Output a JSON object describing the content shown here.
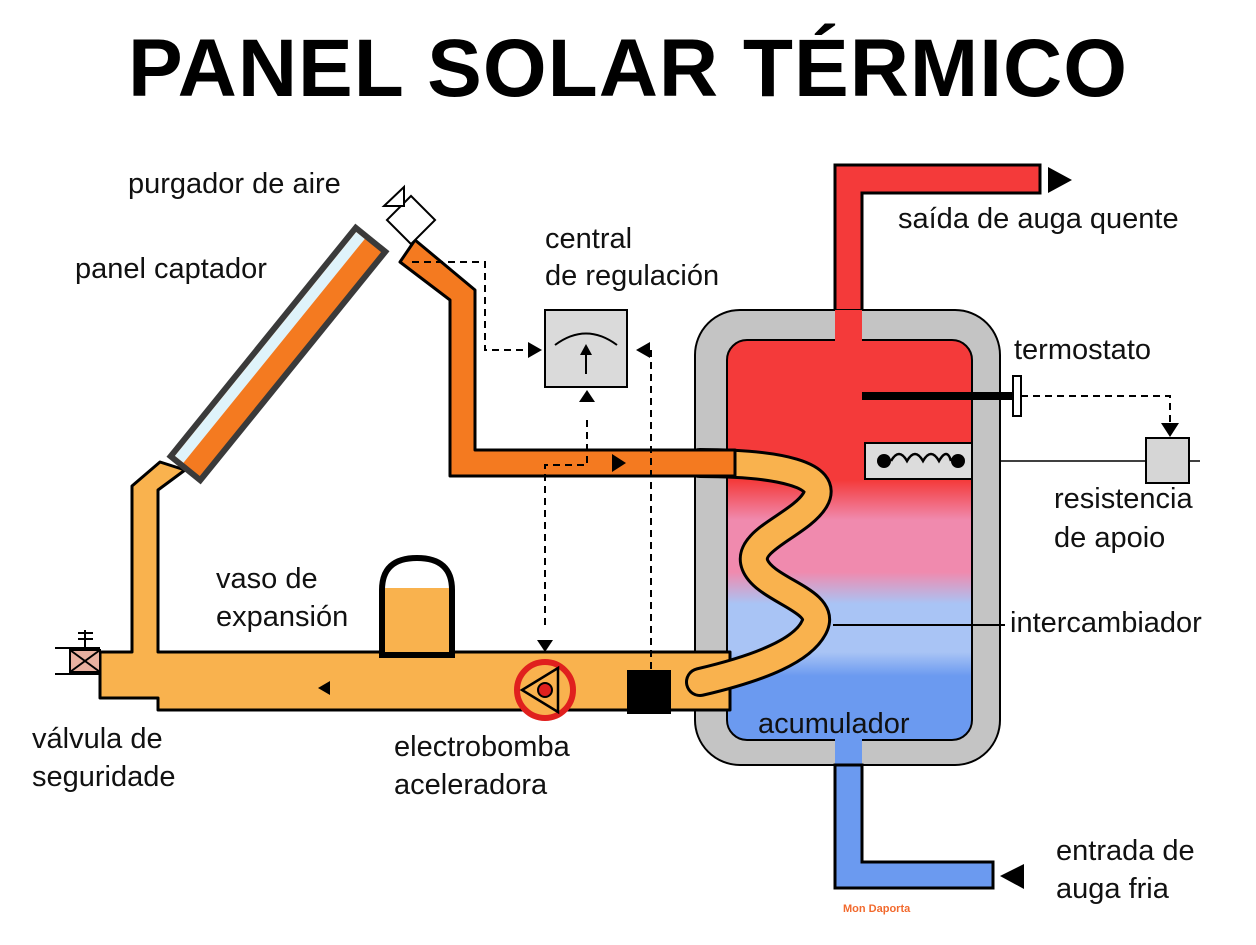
{
  "title": "PANEL SOLAR TÉRMICO",
  "labels": {
    "air_vent": "purgador de aire",
    "collector_panel": "panel captador",
    "control_unit_line1": "central",
    "control_unit_line2": "de regulación",
    "hot_water_outlet": "saída de auga quente",
    "thermostat": "termostato",
    "backup_heater_line1": "resistencia",
    "backup_heater_line2": "de apoio",
    "heat_exchanger": "intercambiador",
    "expansion_vessel_line1": "vaso de",
    "expansion_vessel_line2": "expansión",
    "safety_valve_line1": "válvula de",
    "safety_valve_line2": "seguridade",
    "pump_line1": "electrobomba",
    "pump_line2": "aceleradora",
    "tank": "acumulador",
    "cold_water_inlet_line1": "entrada de",
    "cold_water_inlet_line2": "auga fria"
  },
  "credit": "Mon Daporta",
  "colors": {
    "hot_circuit": "#f47a20",
    "return_circuit": "#f9b24e",
    "hot_water": "#f43a3a",
    "warm_water": "#f08aae",
    "cool_water": "#a9c4f5",
    "cold_water": "#6b9af0",
    "insulation": "#c4c4c4",
    "pump_ring": "#e0201e",
    "credit_text": "#f26a2e"
  }
}
